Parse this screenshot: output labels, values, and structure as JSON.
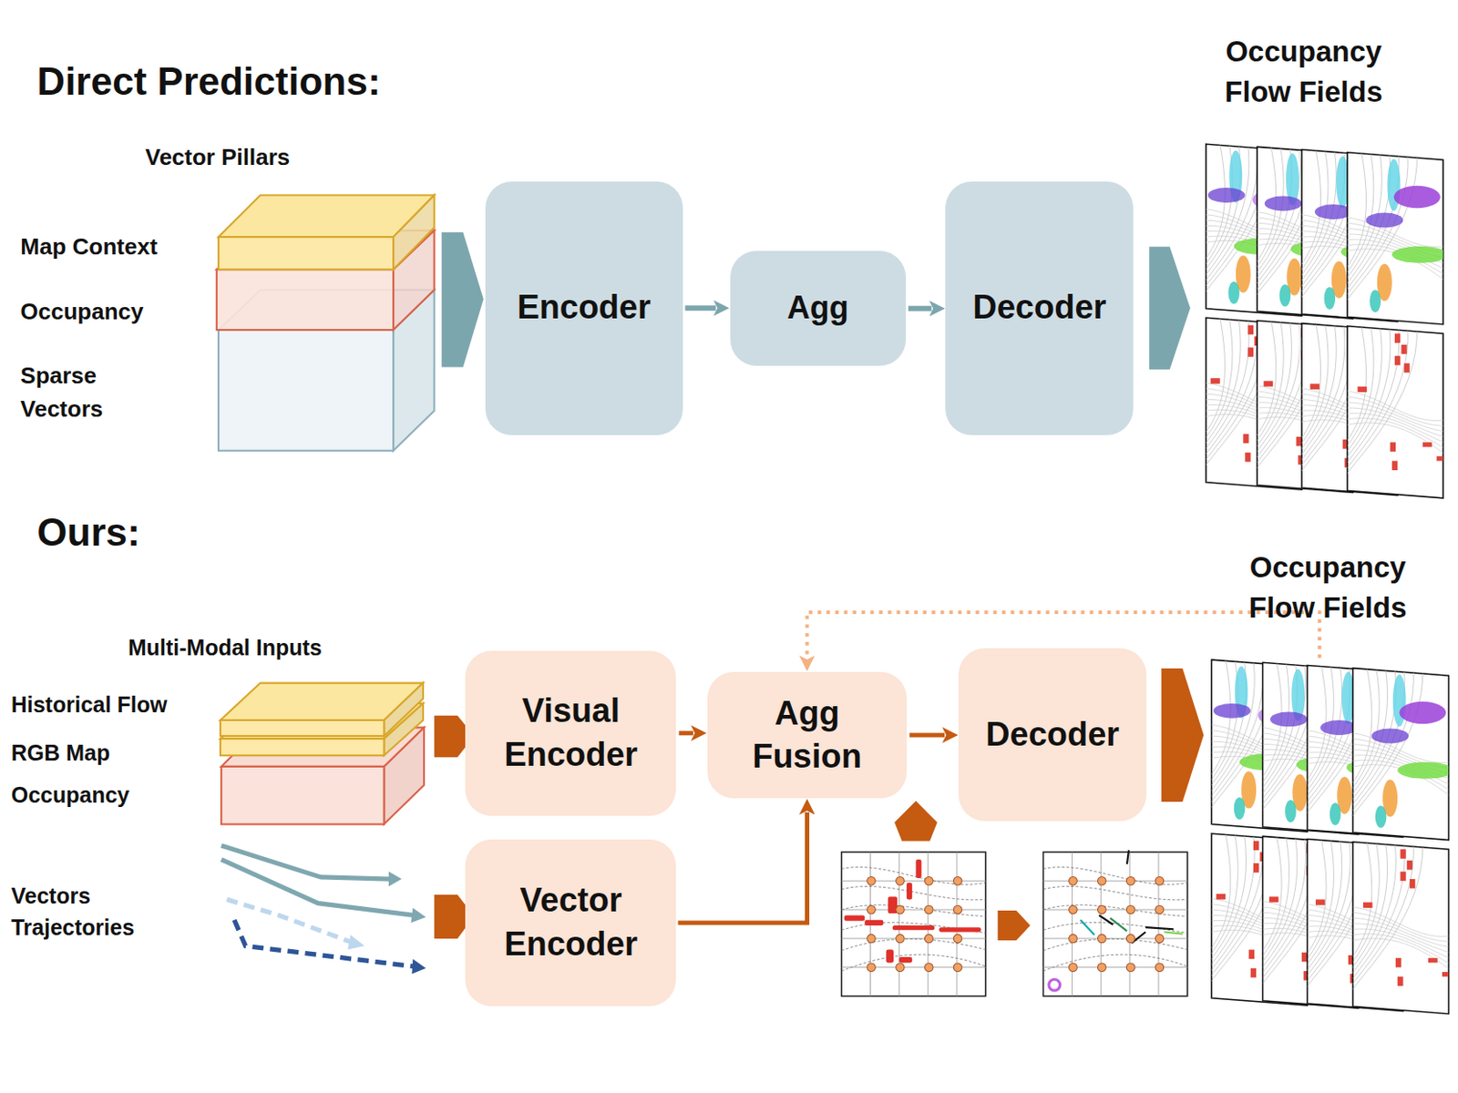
{
  "diagram": {
    "nodes": [
      {
        "text": [
          "Encoder"
        ]
      },
      {
        "text": [
          "Agg"
        ]
      },
      {
        "text": [
          "Decoder"
        ]
      },
      {
        "text": [
          "Occupancy Flow Fields"
        ]
      },
      {
        "text": [
          "Visual Encoder"
        ]
      },
      {
        "text": [
          "Agg Fusion"
        ]
      },
      {
        "text": [
          "Decoder"
        ]
      },
      {
        "text": [
          "Occupancy Flow Fields"
        ]
      },
      {
        "text": [
          "Vector Encoder"
        ]
      }
    ],
    "edges": [
      {
        "from": 0,
        "to": 1,
        "arrow": "to"
      },
      {
        "from": 1,
        "to": 2,
        "arrow": "to"
      },
      {
        "from": 2,
        "to": 3,
        "arrow": "to"
      },
      {
        "from": 4,
        "to": 5,
        "arrow": "to"
      },
      {
        "from": 5,
        "to": 6,
        "arrow": "to"
      },
      {
        "from": 6,
        "to": 7,
        "arrow": "to"
      },
      {
        "from": 8,
        "to": 5,
        "arrow": "to"
      },
      {
        "from": 7,
        "to": 5,
        "arrow": "to"
      }
    ],
    "labels": [
      "Direct Predictions:",
      "Vector Pillars",
      "Map Context",
      "Occupancy",
      "Sparse Vectors",
      "Ours:",
      "Multi-Modal Inputs",
      "Historical Flow",
      "RGB Map",
      "Occupancy",
      "Vectors Trajectories"
    ]
  }
}
